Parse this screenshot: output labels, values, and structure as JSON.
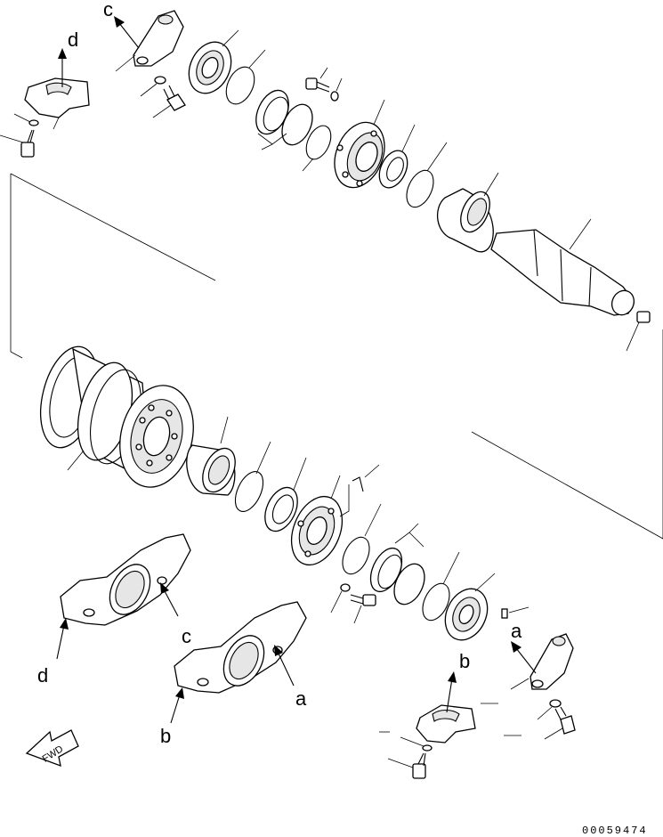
{
  "labels": {
    "c_top": "c",
    "d_top": "d",
    "c_low": "c",
    "d_low": "d",
    "a_low": "a",
    "b_low": "b",
    "a_right": "a",
    "b_right": "b"
  },
  "fwd_label": "FWD",
  "drawing_code": "00059474",
  "icons": {
    "direction": "fwd-arrow-icon"
  }
}
